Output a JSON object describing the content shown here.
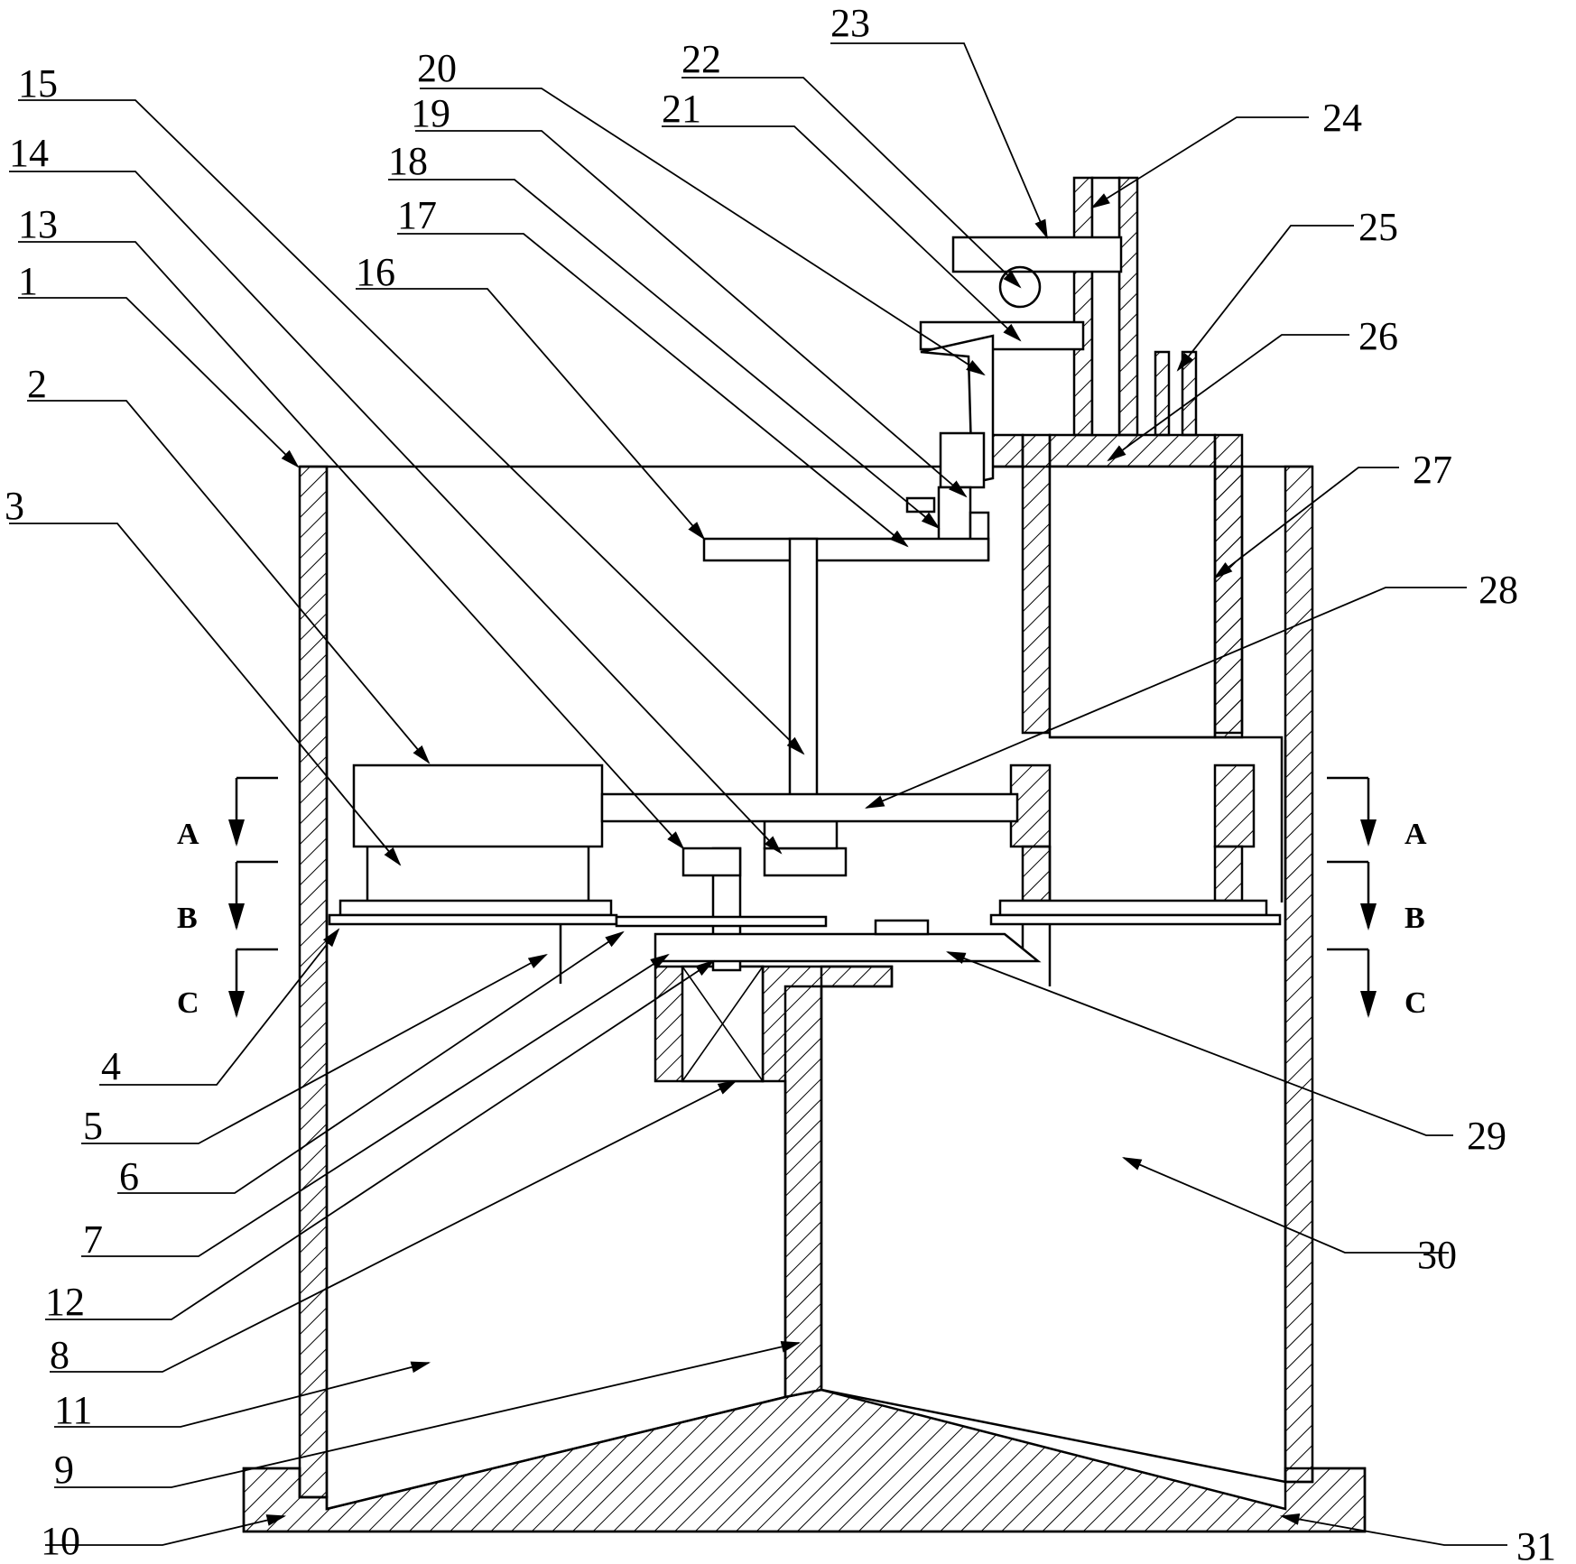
{
  "part_labels": [
    "1",
    "2",
    "3",
    "4",
    "5",
    "6",
    "7",
    "8",
    "9",
    "10",
    "11",
    "12",
    "13",
    "14",
    "15",
    "16",
    "17",
    "18",
    "19",
    "20",
    "21",
    "22",
    "23",
    "24",
    "25",
    "26",
    "27",
    "28",
    "29",
    "30",
    "31"
  ],
  "section_labels": {
    "a": "A",
    "b": "B",
    "c": "C"
  }
}
